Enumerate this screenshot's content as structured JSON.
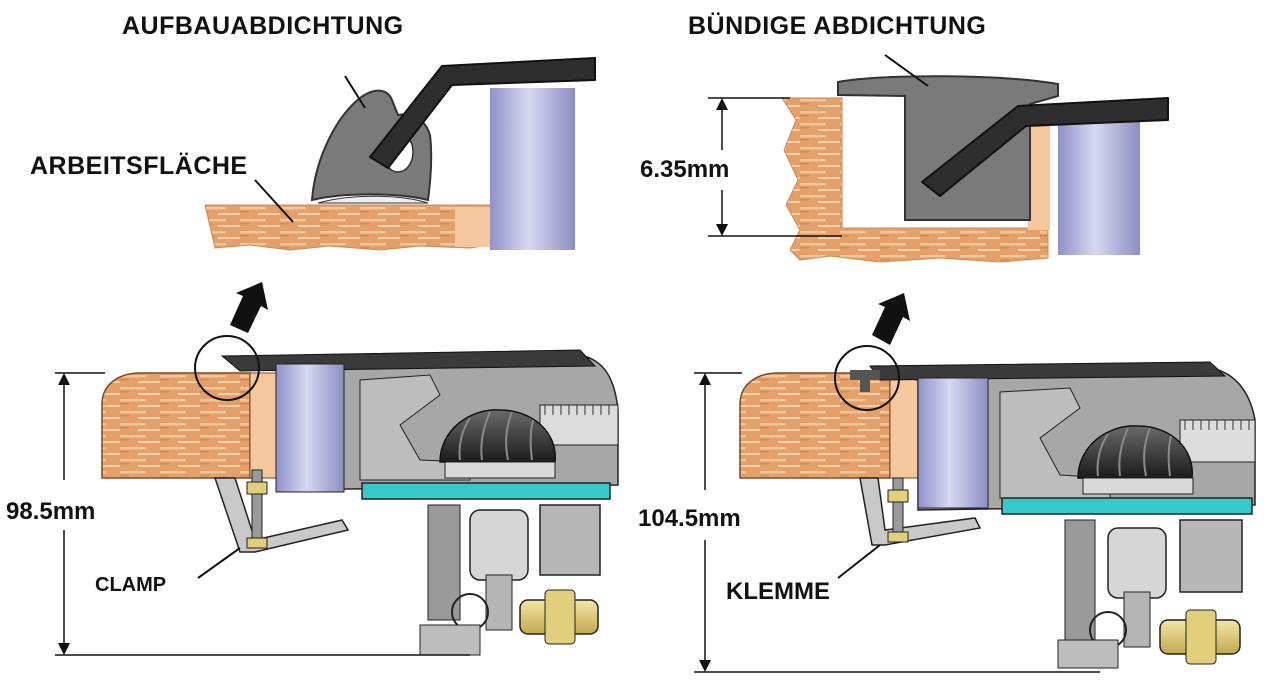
{
  "labels": {
    "surface_seal": "AUFBAUABDICHTUNG",
    "flush_seal": "BÜNDIGE ABDICHTUNG",
    "worktop": "ARBEITSFLÄCHE",
    "flush_depth": "6.35mm",
    "height_left": "98.5mm",
    "height_right": "104.5mm",
    "clamp_left": "CLAMP",
    "clamp_right": "KLEMME"
  },
  "colors": {
    "wood": "#e3a06a",
    "wood_grain": "#f1c79a",
    "wood_edge": "#f4c79d",
    "seal": "#7a7a7a",
    "frame": "#2e2e2e",
    "cylinder": "#aeb0dc",
    "panel": "#9a9a9a",
    "teal": "#37c9c9",
    "brass": "#e2cf7c",
    "outline": "#222222"
  }
}
